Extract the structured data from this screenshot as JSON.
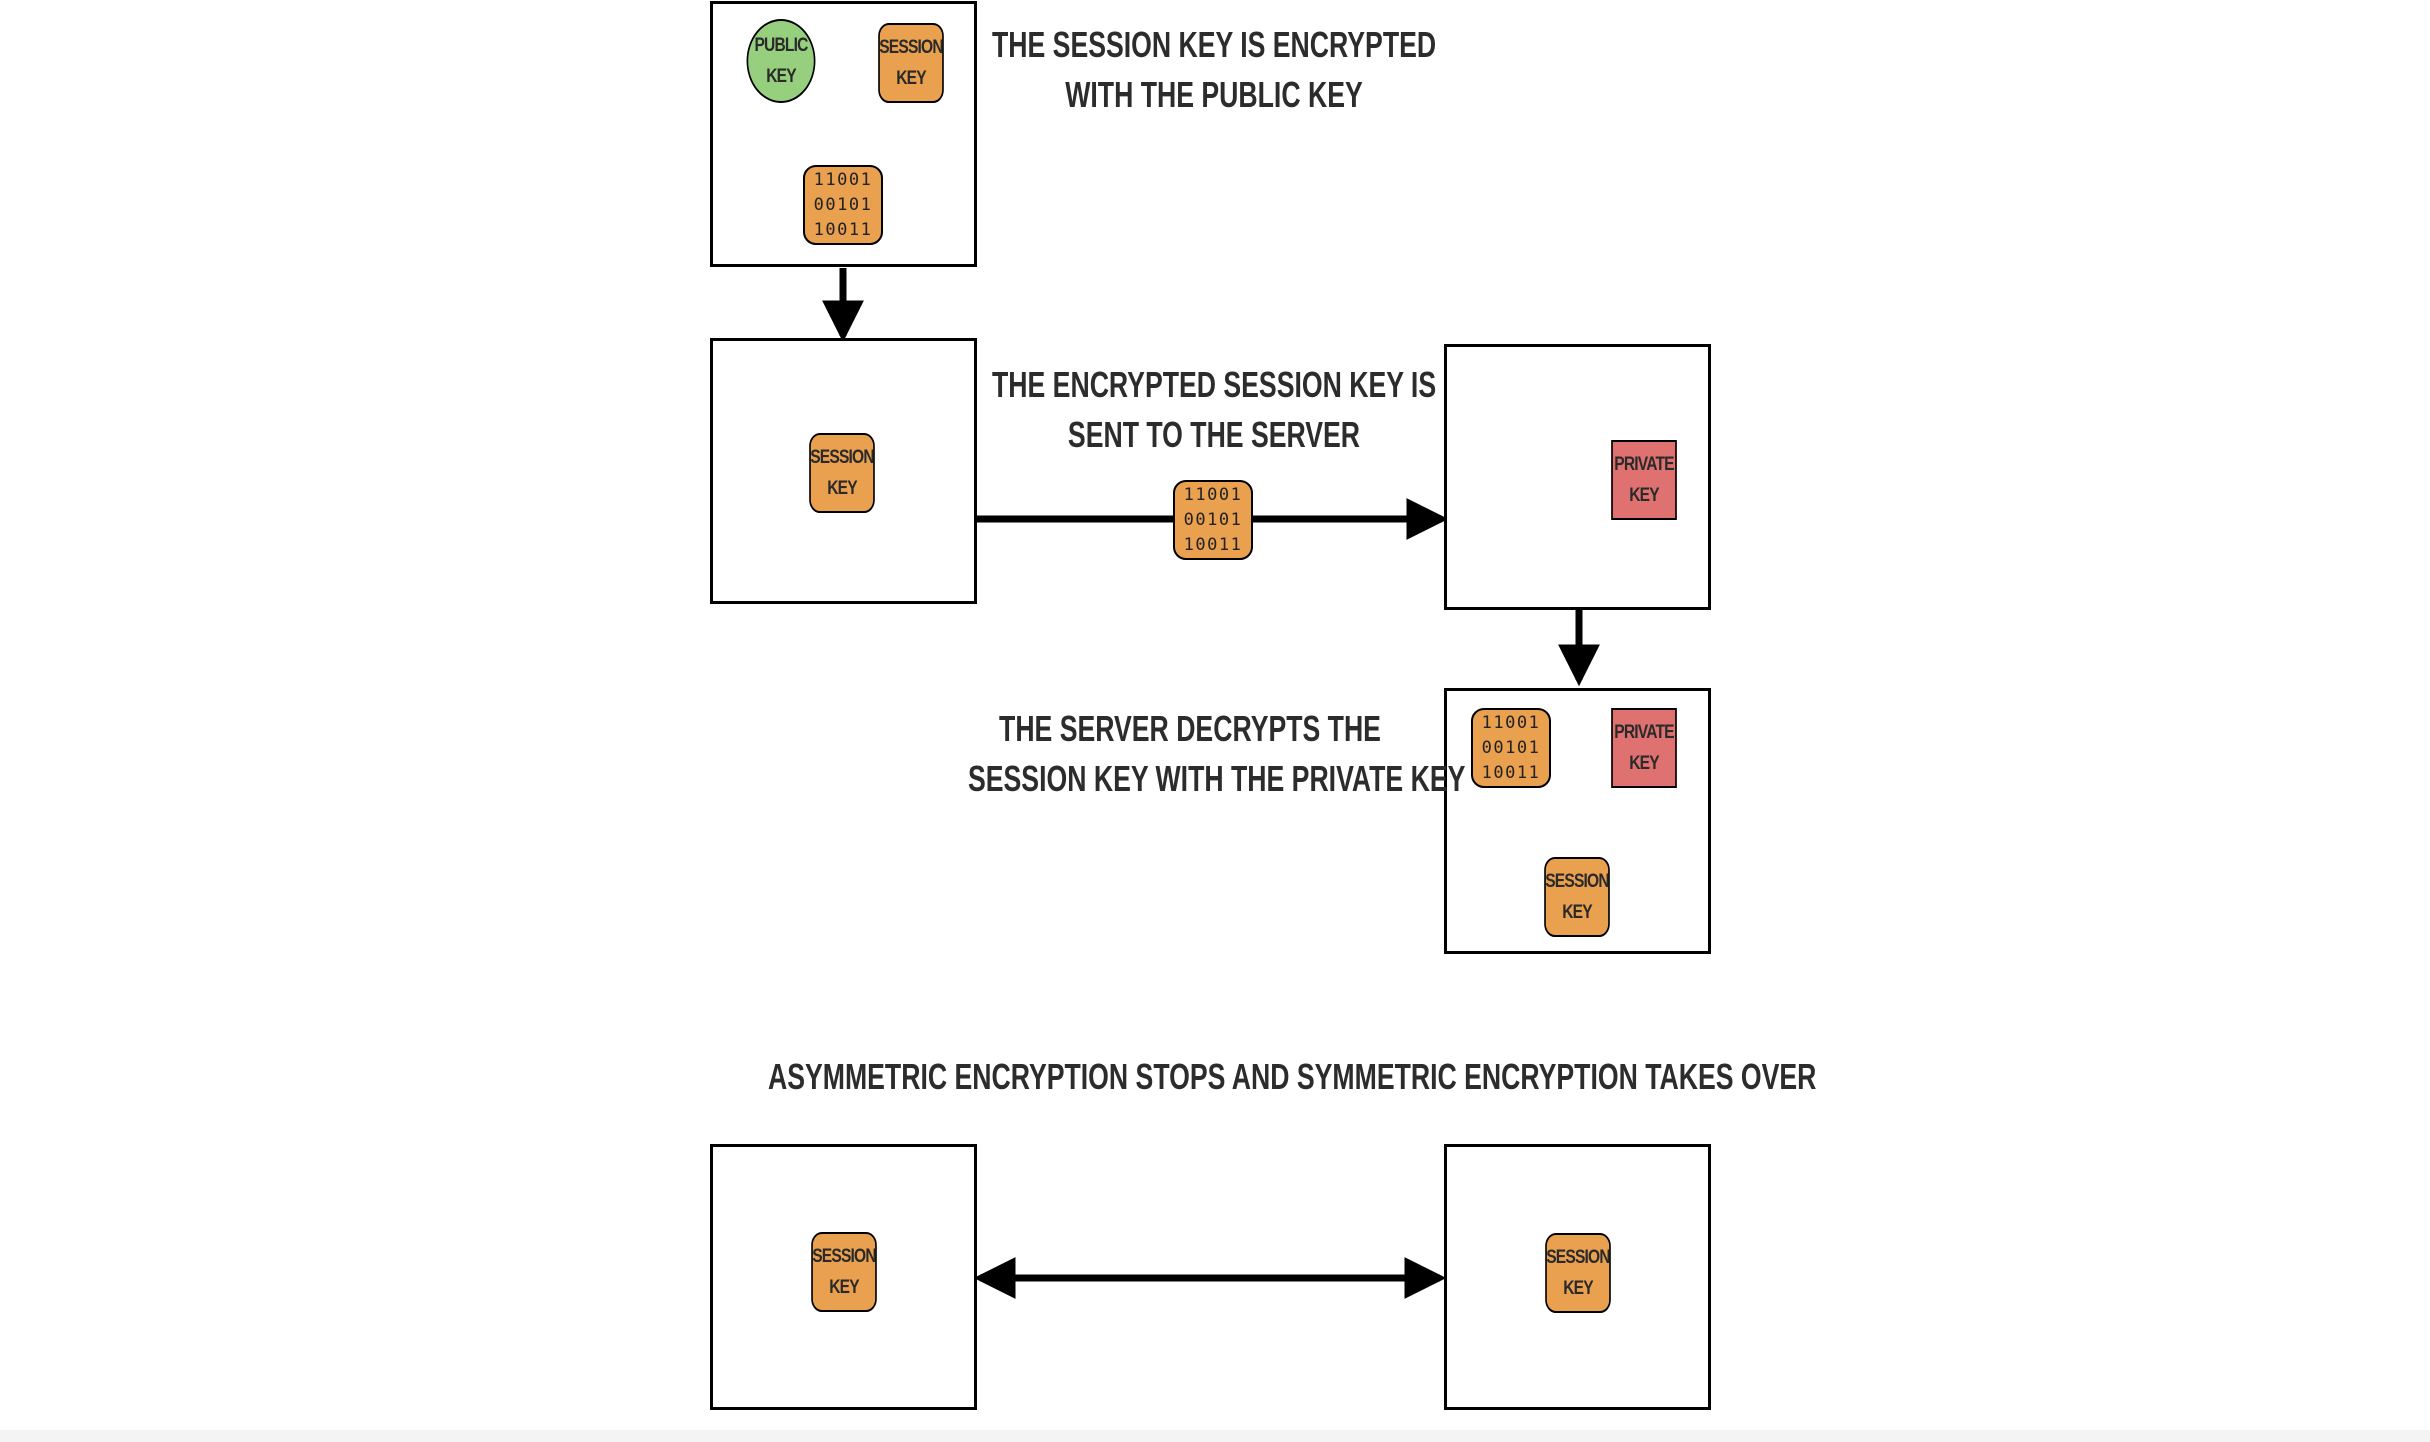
{
  "labels": {
    "public_key": [
      "PUBLIC",
      "KEY"
    ],
    "session_key": [
      "SESSION",
      "KEY"
    ],
    "private_key": [
      "PRIVATE",
      "KEY"
    ],
    "encrypted_data": [
      "11001",
      "00101",
      "10011"
    ]
  },
  "captions": {
    "step1": [
      "THE SESSION KEY IS ENCRYPTED",
      "WITH THE PUBLIC KEY"
    ],
    "step2": [
      "THE ENCRYPTED SESSION KEY IS",
      "SENT TO THE SERVER"
    ],
    "step3": [
      "THE SERVER DECRYPTS THE",
      "SESSION KEY WITH THE PRIVATE KEY"
    ],
    "step4": [
      "ASYMMETRIC ENCRYPTION STOPS AND SYMMETRIC ENCRYPTION TAKES OVER"
    ]
  },
  "colors": {
    "session_key": "#e9a04f",
    "public_key": "#96d07e",
    "private_key": "#df7171",
    "stroke": "#000000",
    "text": "#2c2c2c"
  }
}
